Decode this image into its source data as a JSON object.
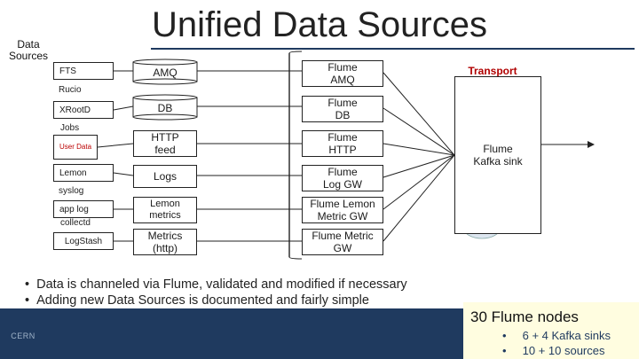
{
  "title": "Unified Data Sources",
  "side_title": "Data Sources",
  "left_sources": [
    {
      "label": "FTS",
      "boxed": true
    },
    {
      "label": "Rucio",
      "boxed": false
    },
    {
      "label": "XRootD",
      "boxed": true
    },
    {
      "label": "Jobs",
      "boxed": false
    },
    {
      "label": "User Data",
      "boxed": true
    },
    {
      "label": "Lemon",
      "boxed": true
    },
    {
      "label": "syslog",
      "boxed": false
    },
    {
      "label": "app log",
      "boxed": true
    },
    {
      "label": "collectd",
      "boxed": false
    },
    {
      "label": "LogStash",
      "boxed": true
    }
  ],
  "middle_sources": [
    "AMQ",
    "DB",
    "HTTP feed",
    "Logs",
    "Lemon metrics",
    "Metrics (http)"
  ],
  "flume_agents": [
    "Flume AMQ",
    "Flume DB",
    "Flume HTTP",
    "Flume Log GW",
    "Flume Lemon Metric GW",
    "Flume Metric GW"
  ],
  "transport_label": "Transport",
  "kafka_sink": "Flume Kafka sink",
  "bullets": [
    "Data is channeled via Flume, validated and modified if necessary",
    "Adding new Data Sources is documented and fairly simple"
  ],
  "nodes_title": "30 Flume nodes",
  "nodes_list": [
    "6 + 4 Kafka sinks",
    "10 + 10 sources"
  ],
  "logo_text": "CERN",
  "colors": {
    "accent_red": "#b00000",
    "band": "#1f3a5f",
    "highlight": "#fffde0"
  }
}
